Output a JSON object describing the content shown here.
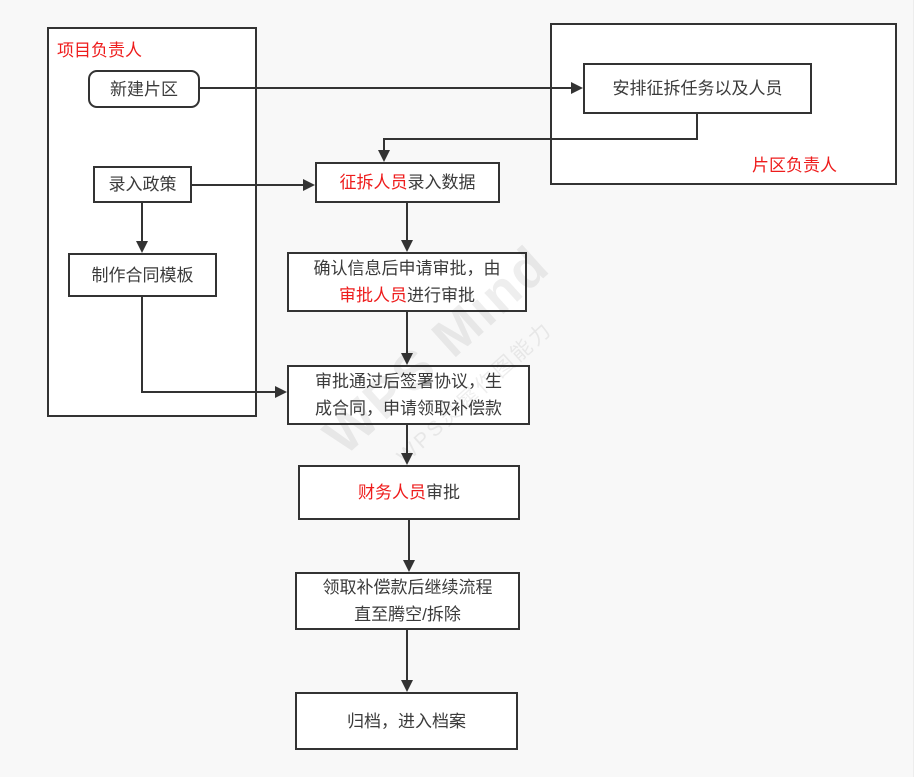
{
  "colors": {
    "accent_red": "#ee1c1c",
    "stroke": "#333333",
    "text": "#3b3b3b",
    "background": "#f8f8f8"
  },
  "containers": {
    "project_leader": {
      "label": "项目负责人"
    },
    "area_leader": {
      "label": "片区负责人"
    }
  },
  "nodes": {
    "new_area": {
      "text": "新建片区"
    },
    "enter_policy": {
      "text": "录入政策"
    },
    "make_template": {
      "text": "制作合同模板"
    },
    "arrange_tasks": {
      "text": "安排征拆任务以及人员"
    },
    "enter_data": {
      "red": "征拆人员",
      "rest": "录入数据"
    },
    "confirm_approval": {
      "line1": "确认信息后申请审批，由",
      "line2_red": "审批人员",
      "line2_rest": "进行审批"
    },
    "sign_agreement": {
      "line1": "审批通过后签署协议，生",
      "line2": "成合同，申请领取补偿款"
    },
    "finance_approval": {
      "red": "财务人员",
      "rest": "审批"
    },
    "receive_compensation": {
      "line1": "领取补偿款后继续流程",
      "line2": "直至腾空/拆除"
    },
    "archive": {
      "text": "归档，进入档案"
    }
  },
  "watermark": {
    "line1": "WPS Mind",
    "line2": "WPS灵犀作图能力"
  }
}
